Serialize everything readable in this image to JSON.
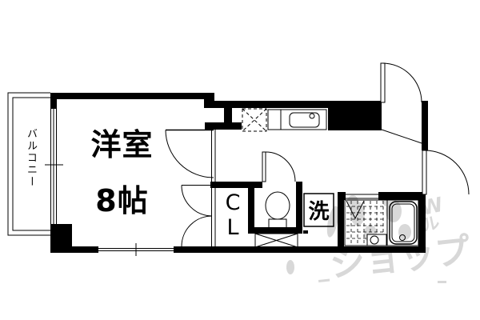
{
  "plan": {
    "room_label": "洋室",
    "room_size_label": "8帖",
    "balcony_label": "バルコニー",
    "closet_label": "CL",
    "laundry_label": "洗"
  },
  "watermark": {
    "text": "ショップ",
    "fragment_w": "W",
    "fragment_ru": "ル",
    "fragment_dot": "。",
    "color": "#d8d8d8"
  },
  "colors": {
    "background": "#ffffff",
    "lines": "#000000"
  }
}
